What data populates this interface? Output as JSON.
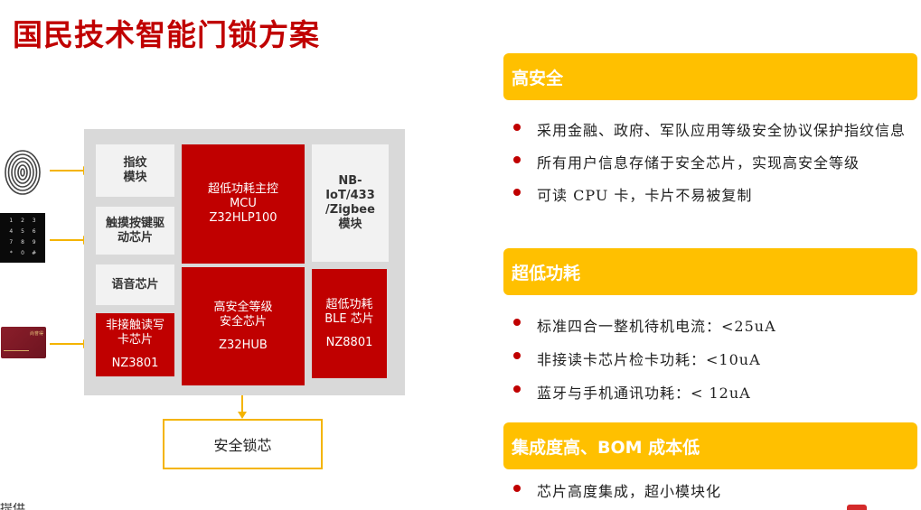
{
  "title": "国民技术智能门锁方案",
  "diagram": {
    "grey_blocks": {
      "fingerprint": "指纹\n模块",
      "touch": "触摸按键驱\n动芯片",
      "voice": "语音芯片",
      "comm": "NB-\nIoT/433\n/Zigbee\n模块"
    },
    "red_blocks": {
      "nfc": {
        "label": "非接触读写\n卡芯片",
        "model": "NZ3801"
      },
      "mcu": {
        "label": "超低功耗主控\nMCU",
        "model": "Z32HLP100"
      },
      "secure": {
        "label": "高安全等级\n安全芯片",
        "model": "Z32HUB"
      },
      "ble": {
        "label": "超低功耗\nBLE 芯片",
        "model": "NZ8801"
      }
    },
    "lock": "安全锁芯",
    "keypad_keys": [
      "1",
      "2",
      "3",
      "4",
      "5",
      "6",
      "7",
      "8",
      "9",
      "*",
      "0",
      "#"
    ],
    "card_brand": "尚誉得"
  },
  "sections": [
    {
      "header": "高安全",
      "items": [
        "采用金融、政府、军队应用等级安全协议保护指纹信息",
        "所有用户信息存储于安全芯片，实现高安全等级",
        "可读 CPU 卡，卡片不易被复制"
      ]
    },
    {
      "header": "超低功耗",
      "items": [
        "标准四合一整机待机电流：<25uA",
        "非接读卡芯片检卡功耗：<10uA",
        "蓝牙与手机通讯功耗：< 12uA"
      ]
    },
    {
      "header": "集成度高、BOM 成本低",
      "items": [
        "芯片高度集成，超小模块化"
      ]
    }
  ],
  "footer_fragment": "提供"
}
